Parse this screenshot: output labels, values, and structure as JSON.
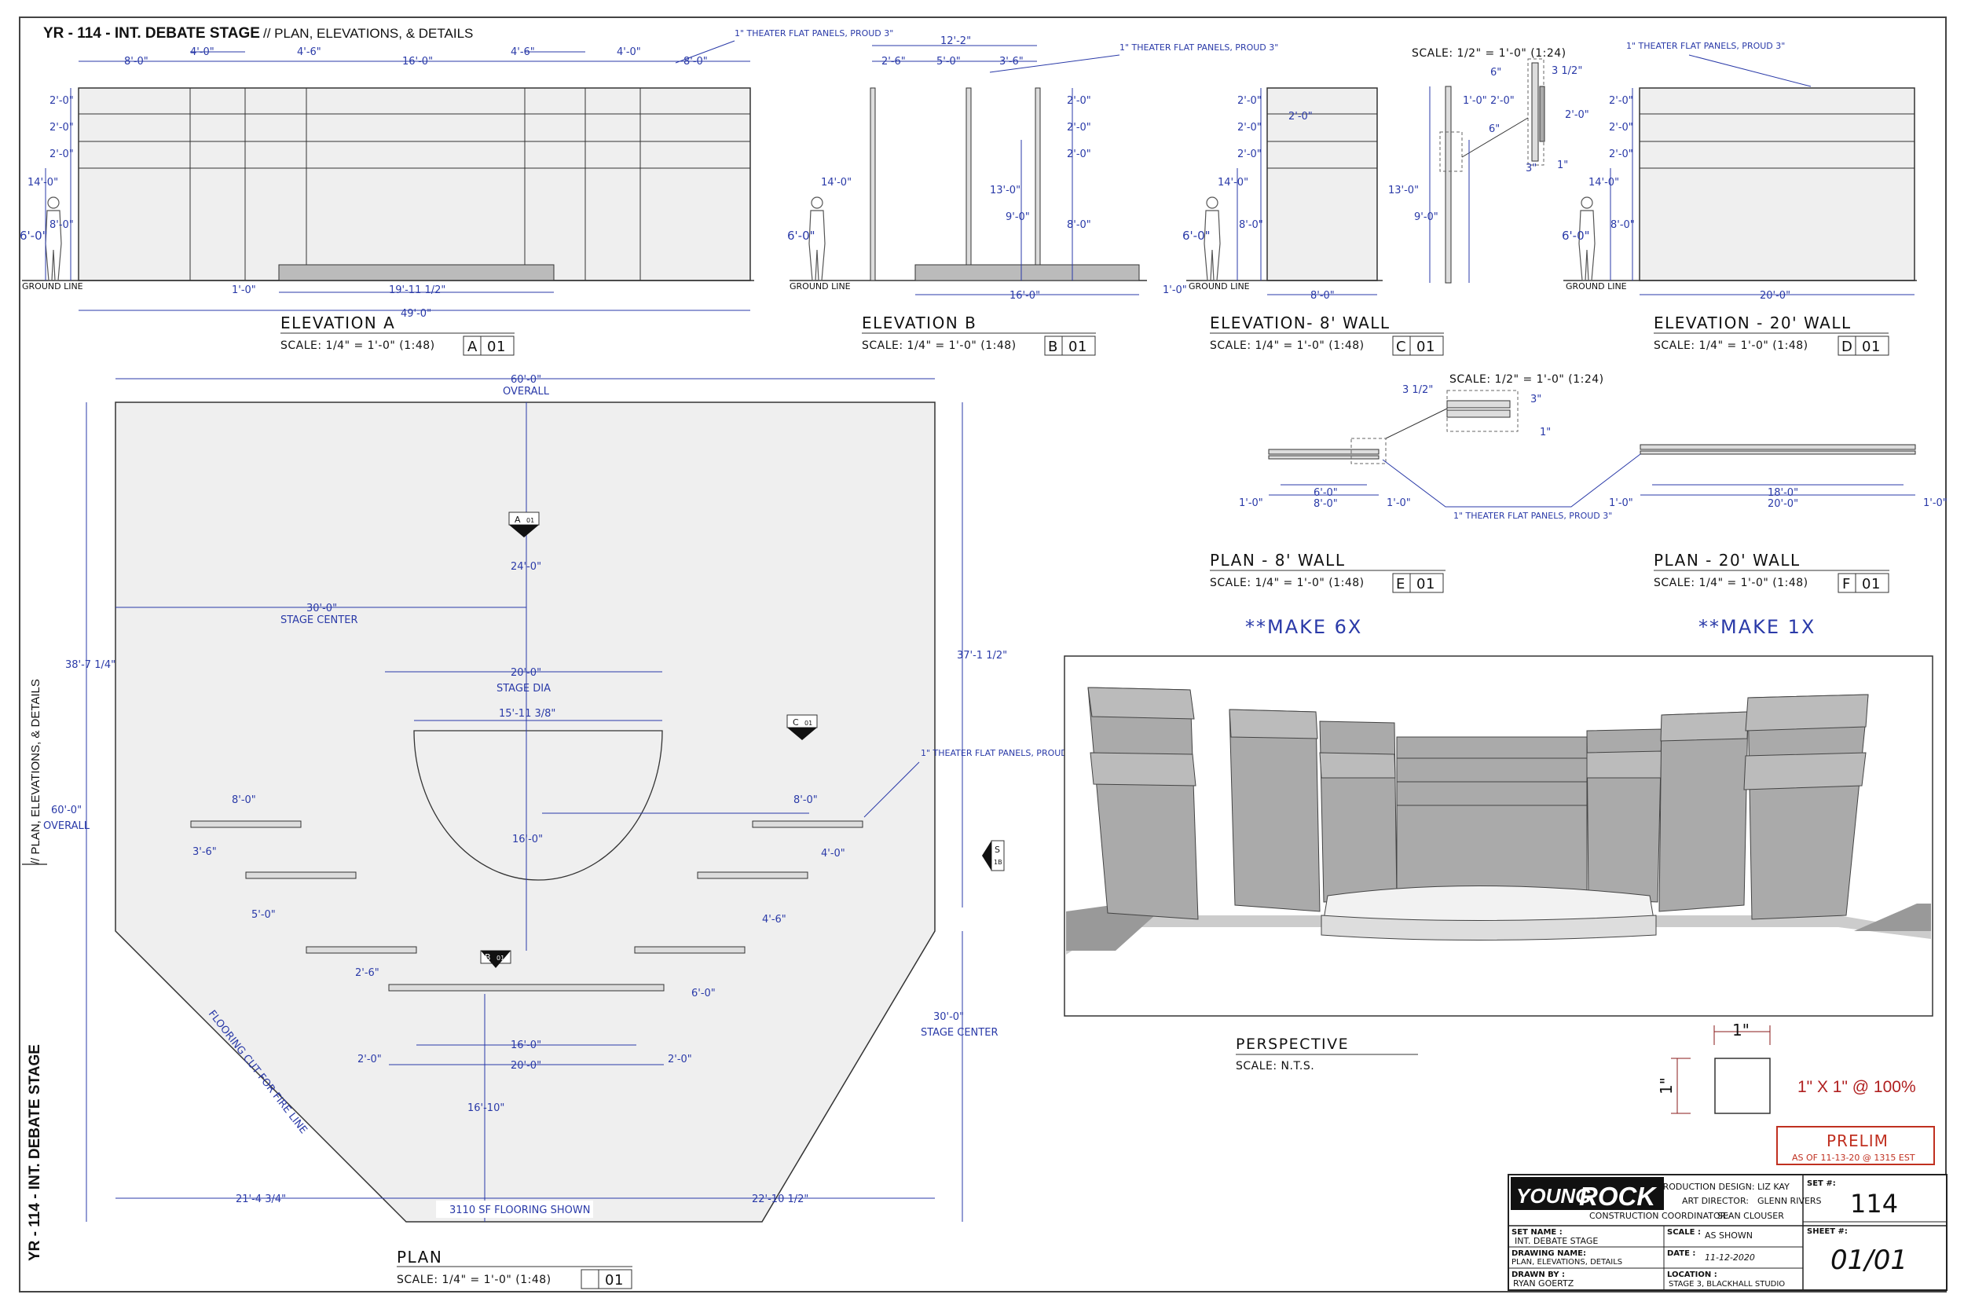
{
  "header": {
    "title": "YR - 114 - INT. DEBATE STAGE",
    "subtitle": "// PLAN, ELEVATIONS, & DETAILS"
  },
  "side": {
    "title": "YR - 114 - INT. DEBATE STAGE",
    "subtitle": "// PLAN, ELEVATIONS, & DETAILS"
  },
  "views": {
    "elev_a": {
      "title": "ELEVATION A",
      "scale": "SCALE: 1/4\" = 1'-0\" (1:48)",
      "ref": "A",
      "sheet": "01"
    },
    "elev_b": {
      "title": "ELEVATION B",
      "scale": "SCALE: 1/4\" = 1'-0\" (1:48)",
      "ref": "B",
      "sheet": "01"
    },
    "elev_c": {
      "title": "ELEVATION- 8' WALL",
      "scale": "SCALE: 1/4\" = 1'-0\" (1:48)",
      "ref": "C",
      "sheet": "01"
    },
    "elev_d": {
      "title": "ELEVATION - 20' WALL",
      "scale": "SCALE: 1/4\" = 1'-0\" (1:48)",
      "ref": "D",
      "sheet": "01"
    },
    "plan_e": {
      "title": "PLAN - 8' WALL",
      "scale": "SCALE: 1/4\" = 1'-0\" (1:48)",
      "ref": "E",
      "sheet": "01",
      "note": "**MAKE 6X"
    },
    "plan_f": {
      "title": "PLAN - 20' WALL",
      "scale": "SCALE: 1/4\" = 1'-0\" (1:48)",
      "ref": "F",
      "sheet": "01",
      "note": "**MAKE 1X"
    },
    "plan": {
      "title": "PLAN",
      "scale": "SCALE: 1/4\" = 1'-0\" (1:48)",
      "ref": "",
      "sheet": "01"
    },
    "perspective": {
      "title": "PERSPECTIVE",
      "scale": "SCALE: N.T.S."
    }
  },
  "dims": {
    "a_top": [
      "8'-0\"",
      "4'-0\"",
      "4'-6\"",
      "16'-0\"",
      "4'-6\"",
      "4'-0\"",
      "8'-0\""
    ],
    "a_left": [
      "2'-0\"",
      "2'-0\"",
      "2'-0\"",
      "14'-0\"",
      "8'-0\"",
      "6'-0\""
    ],
    "a_bottom": [
      "1'-0\"",
      "19'-11 1/2\"",
      "49'-0\""
    ],
    "b_top": [
      "12'-2\"",
      "2'-6\"",
      "5'-0\"",
      "3'-6\""
    ],
    "b_right": [
      "2'-0\"",
      "2'-0\"",
      "2'-0\"",
      "13'-0\"",
      "9'-0\"",
      "8'-0\""
    ],
    "b_bottom": [
      "16'-0\"",
      "1'-0\""
    ],
    "detail_scale": "SCALE: 1/2\" = 1'-0\" (1:24)",
    "detail": [
      "6\"",
      "3 1/2\"",
      "1'-0\"",
      "2'-0\"",
      "2'-0\"",
      "6\"",
      "3\"",
      "1\"",
      "13'-0\"",
      "9'-0\""
    ],
    "c_dims": [
      "2'-0\"",
      "2'-0\"",
      "2'-0\"",
      "2'-0\"",
      "14'-0\"",
      "8'-0\"",
      "6'-0\"",
      "8'-0\""
    ],
    "d_dims": [
      "2'-0\"",
      "2'-0\"",
      "2'-0\"",
      "14'-0\"",
      "8'-0\"",
      "6'-0\"",
      "20'-0\""
    ],
    "plan_ef": [
      "3 1/2\"",
      "3\"",
      "1\"",
      "1'-0\"",
      "6'-0\"",
      "8'-0\"",
      "1'-0\"",
      "1'-0\"",
      "18'-0\"",
      "20'-0\"",
      "1'-0\""
    ],
    "plan": [
      "60'-0\"",
      "OVERALL",
      "24'-0\"",
      "30'-0\"",
      "STAGE CENTER",
      "38'-7 1/4\"",
      "37'-1 1/2\"",
      "20'-0\"",
      "STAGE DIA",
      "15'-11 3/8\"",
      "60'-0\"",
      "OVERALL",
      "8'-0\"",
      "8'-0\"",
      "16'-0\"",
      "3'-6\"",
      "4'-0\"",
      "5'-0\"",
      "4'-6\"",
      "2'-6\"",
      "6'-0\"",
      "30'-0\"",
      "STAGE CENTER",
      "16'-0\"",
      "20'-0\"",
      "2'-0\"",
      "2'-0\"",
      "16'-10\"",
      "21'-4 3/4\"",
      "22'-10 1/2\""
    ]
  },
  "notes": {
    "panels": "1\" THEATER FLAT PANELS, PROUD 3\"",
    "ground": "GROUND LINE",
    "flooring_cut": "FLOORING CUT FOR FIRE LINE",
    "flooring_shown": "3110 SF FLOORING SHOWN"
  },
  "plan_markers": [
    "A",
    "01",
    "C",
    "01",
    "B",
    "01",
    "S",
    "1B"
  ],
  "calibration": {
    "dim": "1\"",
    "label": "1\" X 1\" @ 100%"
  },
  "prelim": {
    "label": "PRELIM",
    "date": "AS OF 11-13-20 @ 1315 EST"
  },
  "title_block": {
    "logo_1": "YOUNG",
    "logo_2": "ROCK",
    "pd_label": "PRODUCTION DESIGN:",
    "pd_value": "LIZ KAY",
    "ad_label": "ART DIRECTOR:",
    "ad_value": "GLENN RIVERS",
    "cc_label": "CONSTRUCTION COORDINATOR:",
    "cc_value": "SEAN CLOUSER",
    "set_label": "SET #:",
    "set_value": "114",
    "set_name_label": "SET NAME :",
    "set_name_value": "INT. DEBATE STAGE",
    "scale_label": "SCALE :",
    "scale_value": "AS SHOWN",
    "sheet_label": "SHEET #:",
    "sheet_value": "01/01",
    "drawing_label": "DRAWING NAME:",
    "drawing_value": "PLAN, ELEVATIONS, DETAILS",
    "date_label": "DATE :",
    "date_value": "11-12-2020",
    "drawn_label": "DRAWN BY :",
    "drawn_value": "RYAN GOERTZ",
    "location_label": "LOCATION :",
    "location_value": "STAGE 3, BLACKHALL STUDIO"
  }
}
